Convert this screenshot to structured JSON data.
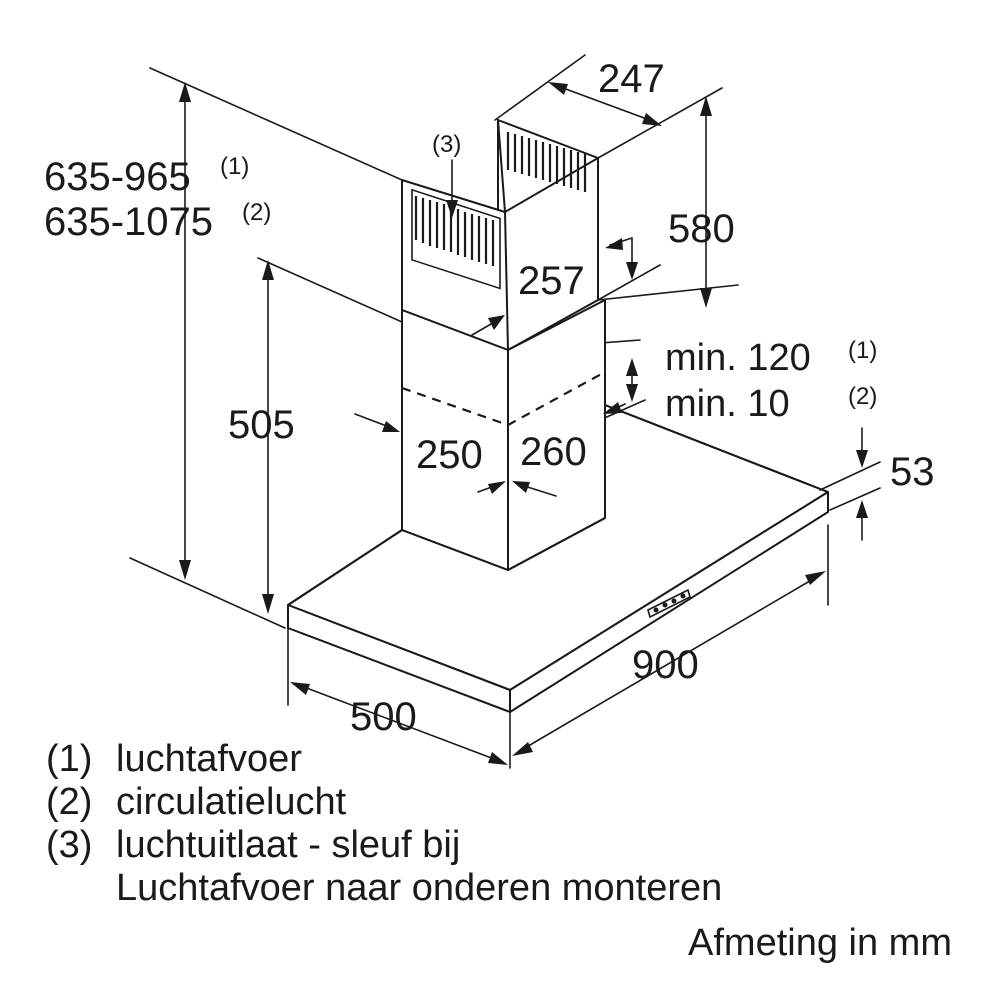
{
  "dimensions": {
    "total_height_1": "635-965",
    "total_height_2": "635-1075",
    "note_1": "(1)",
    "note_2": "(2)",
    "note_3": "(3)",
    "duct_depth_top": "247",
    "upper_duct_height": "580",
    "upper_duct_width": "257",
    "lower_height": "505",
    "lower_duct_width": "250",
    "lower_duct_depth": "260",
    "min_1": "min. 120",
    "min_2": "min. 10",
    "canopy_thickness": "53",
    "canopy_width": "900",
    "canopy_depth": "500"
  },
  "legend": [
    {
      "num": "(1)",
      "text": "luchtafvoer"
    },
    {
      "num": "(2)",
      "text": "circulatielucht"
    },
    {
      "num": "(3)",
      "text": "luchtuitlaat - sleuf bij"
    }
  ],
  "legend_continuation": "Luchtafvoer naar onderen monteren",
  "unit_note": "Afmeting in mm"
}
